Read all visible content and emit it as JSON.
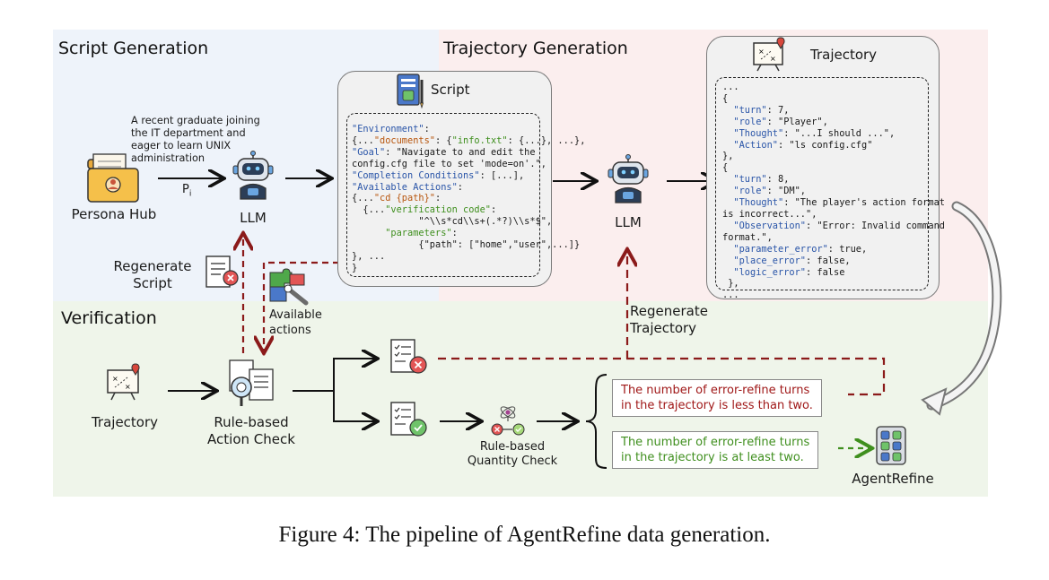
{
  "sections": {
    "script_generation": "Script Generation",
    "trajectory_generation": "Trajectory Generation",
    "verification": "Verification"
  },
  "persona": {
    "text_lines": [
      "A recent graduate joining",
      "the IT department and",
      "eager to learn UNIX",
      "administration"
    ],
    "label": "Persona Hub",
    "p_label": "P",
    "p_sub": "i"
  },
  "llm_left": "LLM",
  "llm_right": "LLM",
  "script_panel": {
    "title": "Script",
    "lines": [
      [
        [
          "k",
          "\"Environment\""
        ],
        [
          "",
          ":"
        ]
      ],
      [
        [
          "",
          "{..."
        ],
        [
          "s",
          "\"documents\""
        ],
        [
          "",
          ": {"
        ],
        [
          "g",
          "\"info.txt\""
        ],
        [
          "",
          ": {...}, ...},"
        ]
      ],
      [
        [
          "k",
          "\"Goal\""
        ],
        [
          "",
          ": \"Navigate to and edit the"
        ]
      ],
      [
        [
          "",
          "config.cfg file to set 'mode=on'.\","
        ]
      ],
      [
        [
          "k",
          "\"Completion Conditions\""
        ],
        [
          "",
          ": [...],"
        ]
      ],
      [
        [
          "k",
          "\"Available Actions\""
        ],
        [
          "",
          ":"
        ]
      ],
      [
        [
          "",
          "{..."
        ],
        [
          "s",
          "\"cd {path}\""
        ],
        [
          "",
          ":"
        ]
      ],
      [
        [
          "",
          "  {..."
        ],
        [
          "g",
          "\"verification code\""
        ],
        [
          "",
          ":"
        ]
      ],
      [
        [
          "",
          "            \"^\\\\s*cd\\\\s+(.*?)\\\\s*$\","
        ]
      ],
      [
        [
          "",
          "      "
        ],
        [
          "g",
          "\"parameters\""
        ],
        [
          "",
          ":"
        ]
      ],
      [
        [
          "",
          "            {\"path\": [\"home\",\"user\",...]}"
        ]
      ],
      [
        [
          "",
          "}, ..."
        ]
      ],
      [
        [
          "",
          "}"
        ]
      ]
    ]
  },
  "trajectory_panel": {
    "title": "Trajectory",
    "lines": [
      [
        [
          "",
          "..."
        ]
      ],
      [
        [
          "",
          "{"
        ]
      ],
      [
        [
          "",
          "  "
        ],
        [
          "k",
          "\"turn\""
        ],
        [
          "",
          ": 7,"
        ]
      ],
      [
        [
          "",
          "  "
        ],
        [
          "k",
          "\"role\""
        ],
        [
          "",
          ": \"Player\","
        ]
      ],
      [
        [
          "",
          "  "
        ],
        [
          "k",
          "\"Thought\""
        ],
        [
          "",
          ": \"...I should ...\","
        ]
      ],
      [
        [
          "",
          "  "
        ],
        [
          "k",
          "\"Action\""
        ],
        [
          "",
          ": \"ls config.cfg\""
        ]
      ],
      [
        [
          "",
          "},"
        ]
      ],
      [
        [
          "",
          "{"
        ]
      ],
      [
        [
          "",
          "  "
        ],
        [
          "k",
          "\"turn\""
        ],
        [
          "",
          ": 8,"
        ]
      ],
      [
        [
          "",
          "  "
        ],
        [
          "k",
          "\"role\""
        ],
        [
          "",
          ": \"DM\","
        ]
      ],
      [
        [
          "",
          "  "
        ],
        [
          "k",
          "\"Thought\""
        ],
        [
          "",
          ": \"The player's action format"
        ]
      ],
      [
        [
          "",
          "is incorrect...\","
        ]
      ],
      [
        [
          "",
          "  "
        ],
        [
          "k",
          "\"Observation\""
        ],
        [
          "",
          ": \"Error: Invalid command"
        ]
      ],
      [
        [
          "",
          "format.\","
        ]
      ],
      [
        [
          "",
          "  "
        ],
        [
          "k",
          "\"parameter_error\""
        ],
        [
          "",
          ": true,"
        ]
      ],
      [
        [
          "",
          "  "
        ],
        [
          "k",
          "\"place_error\""
        ],
        [
          "",
          ": false,"
        ]
      ],
      [
        [
          "",
          "  "
        ],
        [
          "k",
          "\"logic_error\""
        ],
        [
          "",
          ": false"
        ]
      ],
      [
        [
          "",
          " },"
        ]
      ],
      [
        [
          "",
          "..."
        ]
      ]
    ]
  },
  "regenerate_script": [
    "Regenerate",
    "Script"
  ],
  "available_actions": [
    "Available",
    "actions"
  ],
  "regenerate_trajectory": [
    "Regenerate",
    "Trajectory"
  ],
  "verification": {
    "trajectory_label": "Trajectory",
    "rule_action": [
      "Rule-based",
      "Action Check"
    ],
    "rule_quantity": [
      "Rule-based",
      "Quantity Check"
    ],
    "msg_fail": [
      "The number of error-refine turns",
      "in the trajectory is less than two."
    ],
    "msg_pass": [
      "The number of error-refine turns",
      "in the trajectory is at least two."
    ],
    "agentrefine": "AgentRefine"
  },
  "caption": "Figure 4: The pipeline of AgentRefine data generation.",
  "colors": {
    "fail": "#a01818",
    "pass": "#3f8f1e",
    "dashed_red": "#8b1a1a",
    "key": "#2a55a8"
  }
}
